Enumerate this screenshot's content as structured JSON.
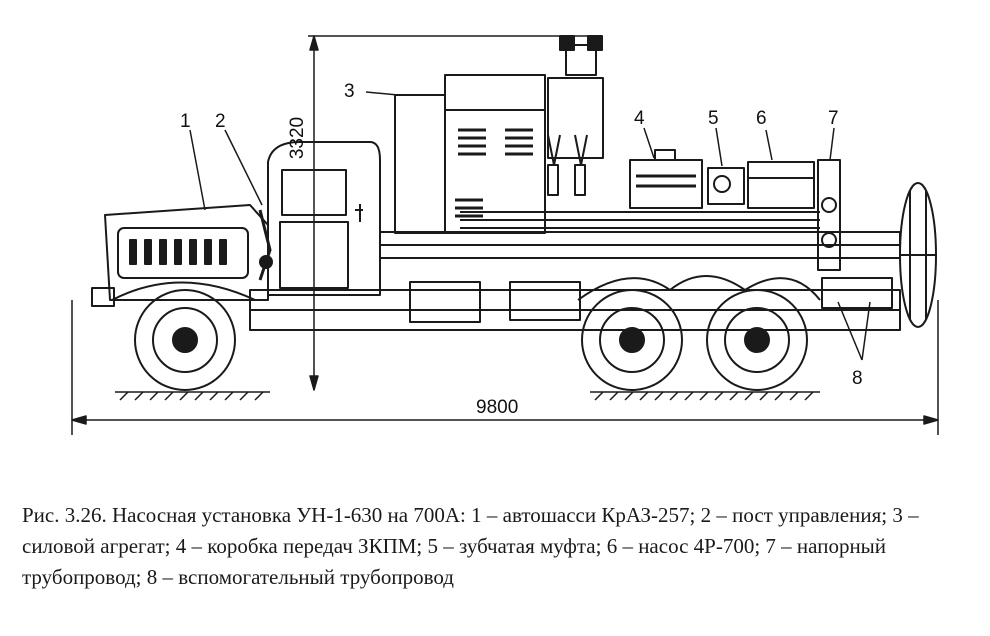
{
  "labels": {
    "l1": "1",
    "l2": "2",
    "l3": "3",
    "l4": "4",
    "l5": "5",
    "l6": "6",
    "l7": "7",
    "l8": "8"
  },
  "dimensions": {
    "height": "3320",
    "length": "9800"
  },
  "caption": "Рис. 3.26. Насосная установка УН-1-630 на 700А: 1 – автошасси КрАЗ-257; 2 – пост управления; 3 – силовой агрегат; 4 – коробка передач ЗКПМ; 5 – зубчатая муфта; 6 – насос 4Р-700; 7 – напорный трубопровод; 8 – вспомогательный трубопровод"
}
